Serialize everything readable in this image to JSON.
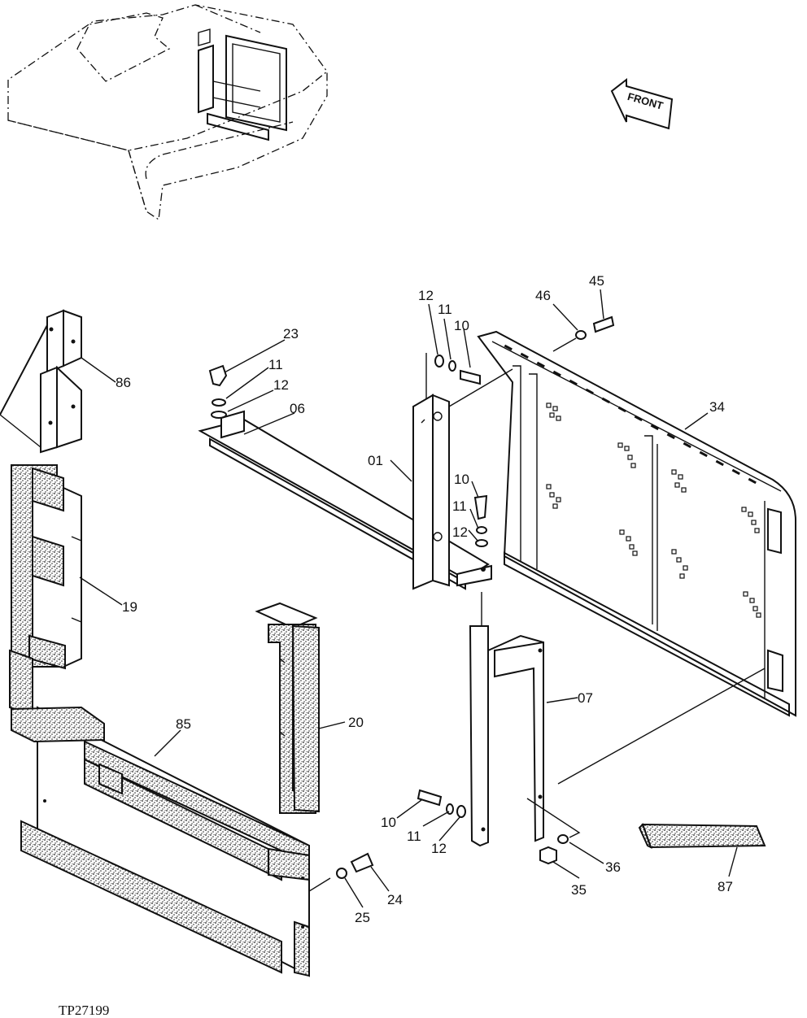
{
  "figure_ref": "TP27199",
  "direction_label": "FRONT",
  "callouts": [
    {
      "id": "c12a",
      "text": "12"
    },
    {
      "id": "c11a",
      "text": "11"
    },
    {
      "id": "c10a",
      "text": "10"
    },
    {
      "id": "c46",
      "text": "46"
    },
    {
      "id": "c45",
      "text": "45"
    },
    {
      "id": "c23",
      "text": "23"
    },
    {
      "id": "c86",
      "text": "86"
    },
    {
      "id": "c11b",
      "text": "11"
    },
    {
      "id": "c12b",
      "text": "12"
    },
    {
      "id": "c06",
      "text": "06"
    },
    {
      "id": "c34",
      "text": "34"
    },
    {
      "id": "c01",
      "text": "01"
    },
    {
      "id": "c10b",
      "text": "10"
    },
    {
      "id": "c11c",
      "text": "11"
    },
    {
      "id": "c12c",
      "text": "12"
    },
    {
      "id": "c19",
      "text": "19"
    },
    {
      "id": "c07",
      "text": "07"
    },
    {
      "id": "c20",
      "text": "20"
    },
    {
      "id": "c85",
      "text": "85"
    },
    {
      "id": "c10c",
      "text": "10"
    },
    {
      "id": "c11d",
      "text": "11"
    },
    {
      "id": "c12d",
      "text": "12"
    },
    {
      "id": "c36",
      "text": "36"
    },
    {
      "id": "c35",
      "text": "35"
    },
    {
      "id": "c87",
      "text": "87"
    },
    {
      "id": "c24",
      "text": "24"
    },
    {
      "id": "c25",
      "text": "25"
    }
  ]
}
